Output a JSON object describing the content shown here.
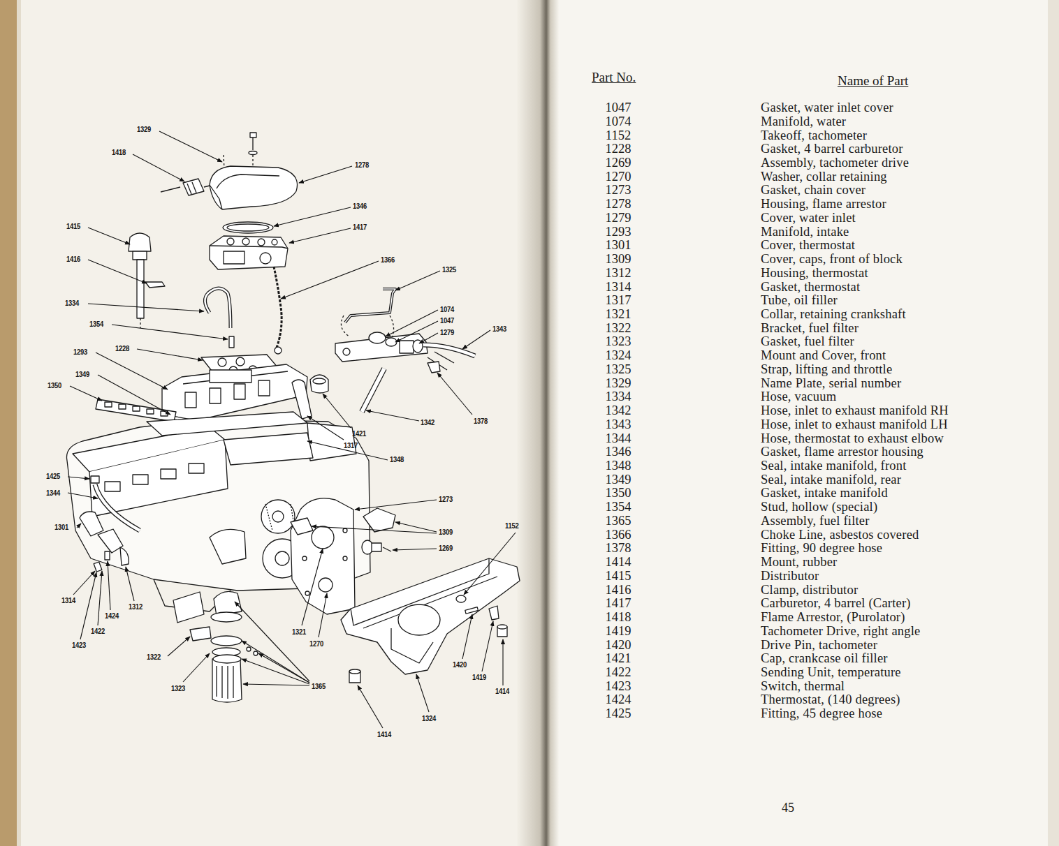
{
  "diagram": {
    "labels": [
      "1329",
      "1418",
      "1278",
      "1346",
      "1417",
      "1415",
      "1416",
      "1366",
      "1325",
      "1334",
      "1074",
      "1047",
      "1279",
      "1343",
      "1354",
      "1228",
      "1293",
      "1349",
      "1350",
      "1421",
      "1317",
      "1342",
      "1378",
      "1348",
      "1425",
      "1344",
      "1273",
      "1301",
      "1309",
      "1152",
      "1269",
      "1314",
      "1424",
      "1312",
      "1422",
      "1423",
      "1321",
      "1270",
      "1322",
      "1323",
      "1365",
      "1420",
      "1419",
      "1414",
      "1414",
      "1324",
      "Part No.",
      "Name of Part",
      "1047",
      "Gasket, water inlet cover",
      "1074",
      "Manifold, water",
      "1152",
      "Takeoff, tachometer",
      "1228",
      "Gasket, 4 barrel carburetor",
      "1269",
      "Assembly, tachometer drive",
      "1270",
      "Washer, collar retaining",
      "1273",
      "Gasket, chain cover",
      "1278",
      "Housing, flame arrestor",
      "1279",
      "Cover, water inlet",
      "1293",
      "Manifold, intake",
      "1301",
      "Cover, thermostat",
      "1309",
      "Cover, caps, front of block",
      "1312",
      "Housing, thermostat",
      "1314",
      "Gasket, thermostat",
      "1317",
      "Tube, oil filler",
      "1321",
      "Collar, retaining crankshaft",
      "1322",
      "Bracket, fuel filter",
      "1323",
      "Gasket, fuel filter",
      "1324",
      "Mount and Cover, front",
      "1325",
      "Strap, lifting and throttle",
      "1329",
      "Name Plate, serial number",
      "1334",
      "Hose, vacuum",
      "1342",
      "Hose, inlet to exhaust manifold RH",
      "1343",
      "Hose, inlet to exhaust manifold LH",
      "1344",
      "Hose, thermostat to exhaust elbow",
      "1346",
      "Gasket, flame arrestor housing",
      "1348",
      "Seal, intake manifold, front",
      "1349",
      "Seal, intake manifold, rear",
      "1350",
      "Gasket, intake manifold",
      "1354",
      "Stud, hollow (special)",
      "1365",
      "Assembly, fuel filter",
      "1366",
      "Choke Line, asbestos covered",
      "1378",
      "Fitting, 90 degree hose",
      "1414",
      "Mount, rubber",
      "1415",
      "Distributor",
      "1416",
      "Clamp, distributor",
      "1417",
      "Carburetor, 4 barrel (Carter)",
      "1418",
      "Flame Arrestor, (Purolator)",
      "1419",
      "Tachometer Drive, right angle",
      "1420",
      "Drive Pin, tachometer",
      "1421",
      "Cap, crankcase oil filler",
      "1422",
      "Sending Unit, temperature",
      "1423",
      "Switch, thermal",
      "1424",
      "Thermostat, (140 degrees)",
      "1425",
      "Fitting, 45 degree hose",
      "45"
    ]
  }
}
